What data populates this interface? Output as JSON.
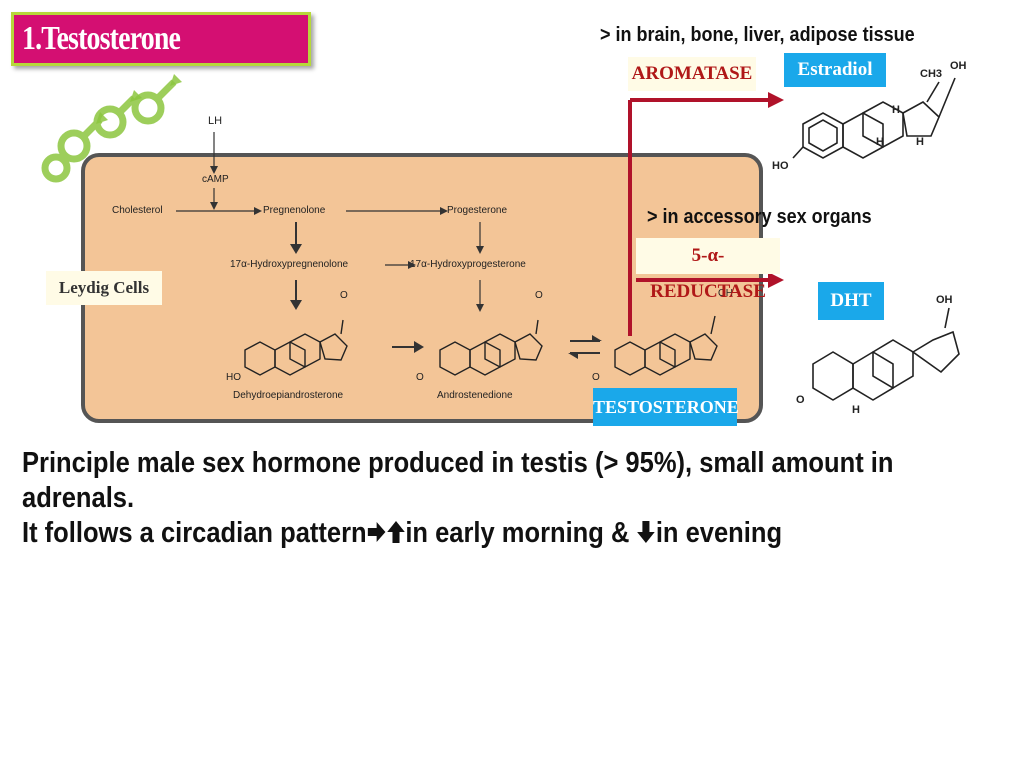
{
  "title": "1.Testosterone",
  "notes": {
    "brain": "> in brain, bone, liver, adipose tissue",
    "accessory": "> in accessory sex organs"
  },
  "labels": {
    "aromatase": "AROMATASE",
    "estradiol": "Estradiol",
    "reductase_prefix": "5-",
    "reductase_alpha": "α",
    "reductase_suffix": "-REDUCTASE",
    "dht": "DHT",
    "testosterone": "TESTOSTERONE",
    "leydig": "Leydig Cells"
  },
  "figure": {
    "lh": "LH",
    "camp": "cAMP",
    "cholesterol": "Cholesterol",
    "pregnenolone": "Pregnenolone",
    "progesterone": "Progesterone",
    "oh_pregnenolone": "17α-Hydroxypregnenolone",
    "oh_progesterone": "17α-Hydroxyprogesterone",
    "dhea": "Dehydroepiandrosterone",
    "androstenedione": "Androstenedione",
    "ho": "HO",
    "o": "O",
    "oh": "OH",
    "ch3": "CH3",
    "h": "H"
  },
  "body": {
    "line1": "Principle male sex hormone produced in testis (> 95%), small amount in",
    "line2": "adrenals.",
    "line3_a": "It follows a circadian pattern",
    "line3_b": "in early morning & ",
    "line3_c": "in evening"
  },
  "colors": {
    "title_bg": "#d40f72",
    "title_border": "#b6d83a",
    "label_blue": "#1aa8ea",
    "label_red_text": "#b01818",
    "arrow_red": "#b0122a",
    "leydig_panel": "#f3c597"
  }
}
